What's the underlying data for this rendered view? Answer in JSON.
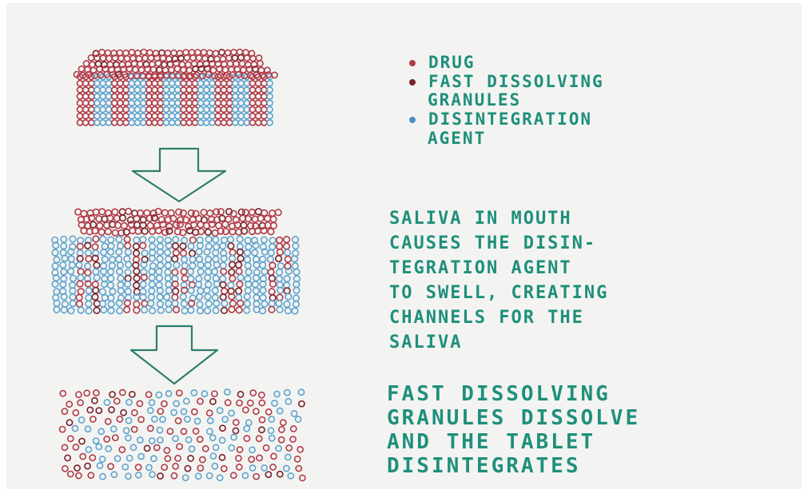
{
  "legend": [
    {
      "label": "DRUG",
      "color": "#b23a48"
    },
    {
      "label": "FAST DISSOLVING",
      "label2": "GRANULES",
      "color": "#7a1f2b"
    },
    {
      "label": "DISINTEGRATION",
      "label2": "AGENT",
      "color": "#4a90c8"
    }
  ],
  "stage2_caption": [
    "SALIVA IN MOUTH",
    "CAUSES THE DISIN-",
    "TEGRATION AGENT",
    "TO SWELL, CREATING",
    "CHANNELS FOR THE",
    "SALIVA"
  ],
  "stage3_caption": [
    "FAST DISSOLVING",
    "GRANULES DISSOLVE",
    "AND THE TABLET",
    "DISINTEGRATES"
  ],
  "colors": {
    "ink": "#1f8f7c",
    "drug": "#b23a48",
    "granule": "#7a1f2b",
    "agent": "#5ea3cf",
    "arrow": "#2e7d6e"
  }
}
